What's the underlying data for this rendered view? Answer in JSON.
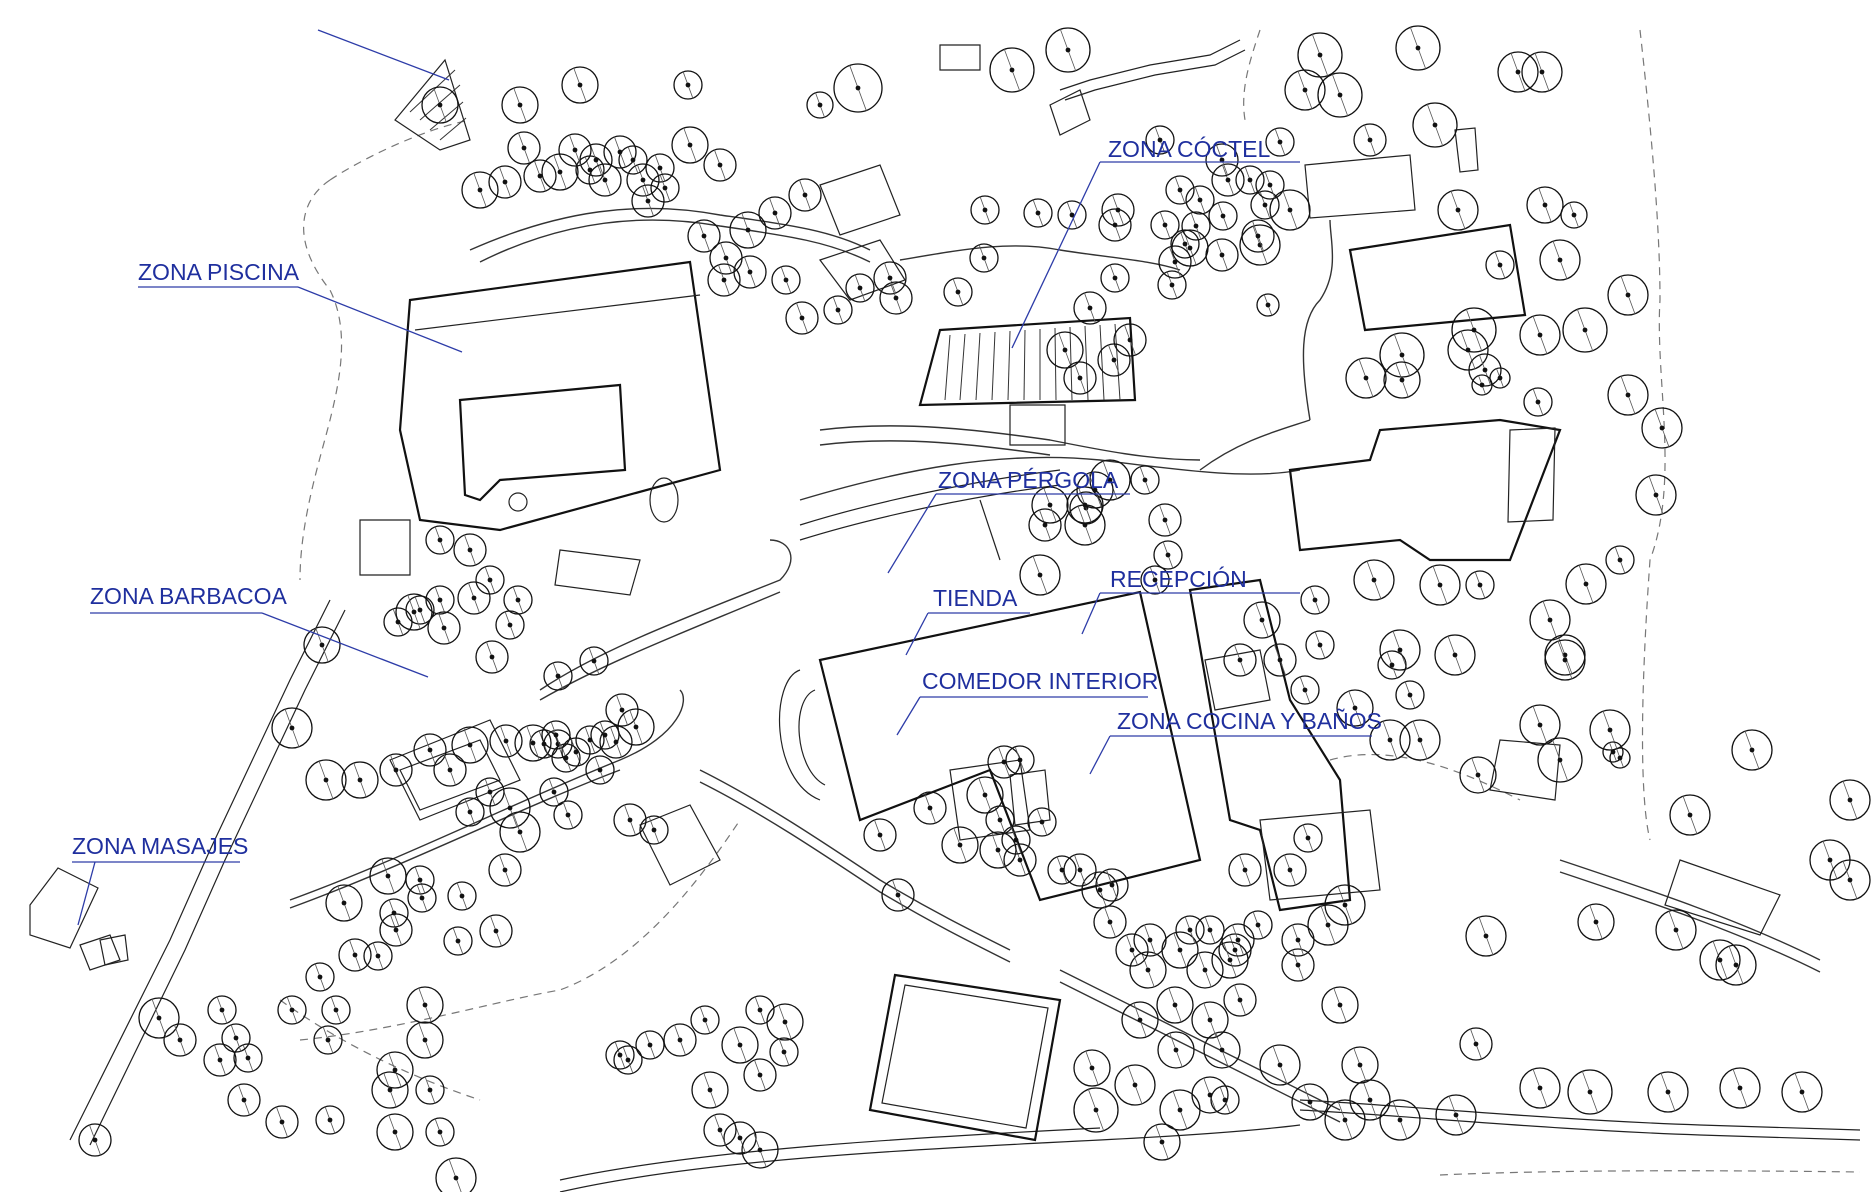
{
  "map": {
    "zones": [
      {
        "id": "piscina",
        "label": "ZONA PISCINA"
      },
      {
        "id": "coctel",
        "label": "ZONA CÓCTEL"
      },
      {
        "id": "pergola",
        "label": "ZONA PÉRGOLA"
      },
      {
        "id": "barbacoa",
        "label": "ZONA BARBACOA"
      },
      {
        "id": "recepcion",
        "label": "RECEPCIÓN"
      },
      {
        "id": "tienda",
        "label": "TIENDA"
      },
      {
        "id": "comedor",
        "label": "COMEDOR INTERIOR"
      },
      {
        "id": "cocina",
        "label": "ZONA COCINA Y BAÑOS"
      },
      {
        "id": "masajes",
        "label": "ZONA MASAJES"
      }
    ],
    "label_color": "#1f2f9e",
    "line_color": "#111111"
  }
}
